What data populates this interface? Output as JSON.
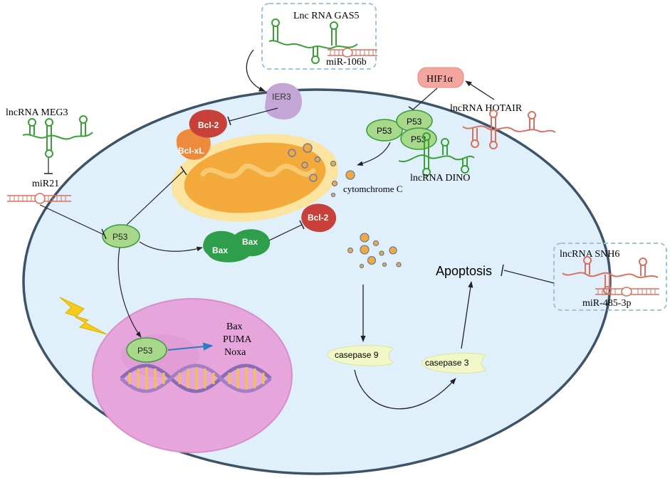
{
  "labels": {
    "lnc_gas5": "Lnc RNA GAS5",
    "mir106b": "miR-106b",
    "ier3": "IER3",
    "hif1a": "HIF1α",
    "hotair": "lncRNA HOTAIR",
    "meg3": "lncRNA MEG3",
    "mir21": "miR21",
    "bcl2_top": "Bcl-2",
    "bclxl": "Bcl-xL",
    "p53_main": "P53",
    "p53_a": "P53",
    "p53_b": "P53",
    "p53_c": "P53",
    "dino": "lncRNA DINO",
    "cytochrome": "cytomchrome C",
    "bcl2_bottom": "Bcl-2",
    "bax_1": "Bax",
    "bax_2": "Bax",
    "snh6": "lncRNA SNH6",
    "mir485": "miR-485-3p",
    "apoptosis": "Apoptosis",
    "p53_nucleus": "P53",
    "gene_bax": "Bax",
    "gene_puma": "PUMA",
    "gene_noxa": "Noxa",
    "casp9": "casepase 9",
    "casp3": "casepase 3"
  },
  "colors": {
    "cell_fill": "#dff0fa",
    "cell_stroke": "#3d5368",
    "p53_fill": "#a8d88a",
    "p53_stroke": "#3a9a3a",
    "rna_green": "#3aa035",
    "rna_red": "#d9705f",
    "bcl2": "#c8403a",
    "bclxl": "#ee8a3c",
    "bax": "#2e9e4a",
    "mito_outer": "#fbe3a0",
    "mito_inner": "#f4a93b",
    "nucleus": "#e6a6dc",
    "ier3": "#c4a6d6",
    "hif": "#f3a6a0",
    "caspase": "#f2f7c8",
    "dashed_box": "#9dc3dd",
    "arrow_blue": "#2a7bbf",
    "lightning": "#f5cb1c"
  }
}
